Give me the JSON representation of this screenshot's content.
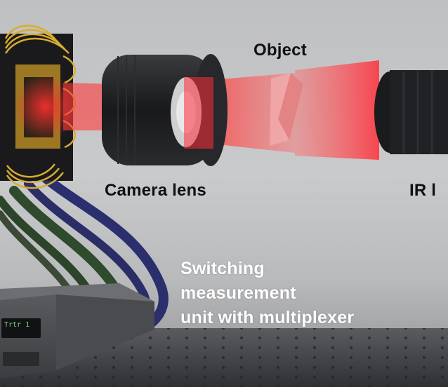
{
  "labels": {
    "object": "Object",
    "camera_lens": "Camera lens",
    "ir_lens": "IR l",
    "switching_unit": [
      "Switching",
      "measurement",
      "unit with multiplexer"
    ]
  },
  "instrument_display": "Trtr 1",
  "colors": {
    "background": "#c3c4c6",
    "beam": "#e8303a",
    "gold_pins": "#d7ad2f",
    "cable_blue": "#2b2f6e",
    "cable_green": "#2f4a2c",
    "lens_body": "#1c1d20"
  }
}
